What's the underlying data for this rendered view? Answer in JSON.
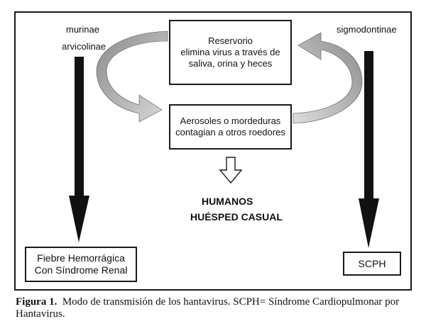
{
  "left_labels": [
    "murinae",
    "arvicolinae"
  ],
  "right_label": "sigmodontinae",
  "reservoir_box": "Reservorio\nelimina virus a través de\nsaliva, orina y heces",
  "aerosol_box": "Aerosoles o mordeduras\ncontagian a otros roedores",
  "humans": {
    "line1": "HUMANOS",
    "line2": "HUÉSPED CASUAL"
  },
  "left_outcome": "Fiebre Hemorrágica\nCon Síndrome Renal",
  "right_outcome": "SCPH",
  "caption": {
    "figure_label": "Figura 1.",
    "text": "Modo de transmisión de los hantavirus. SCPH= Síndrome Cardiopulmonar por Hantavirus."
  }
}
